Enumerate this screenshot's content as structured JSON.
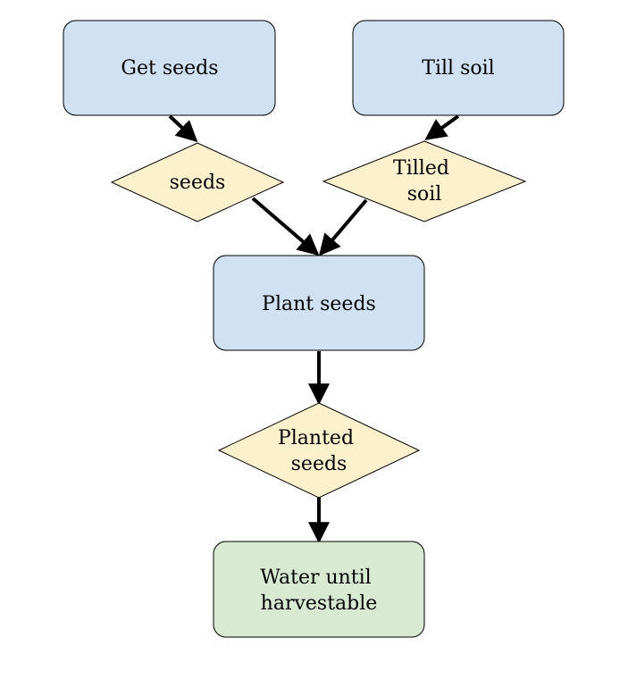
{
  "colors": {
    "process_fill": "#cfe1f2",
    "artifact_fill": "#fdf0cc",
    "final_fill": "#d9ead3",
    "stroke": "#000000",
    "edge": "#000000",
    "background": "#ffffff"
  },
  "nodes": {
    "get_seeds": {
      "shape": "rounded-rectangle",
      "lines": [
        "Get seeds"
      ]
    },
    "till_soil": {
      "shape": "rounded-rectangle",
      "lines": [
        "Till soil"
      ]
    },
    "seeds": {
      "shape": "diamond",
      "lines": [
        "seeds"
      ]
    },
    "tilled_soil": {
      "shape": "diamond",
      "lines": [
        "Tilled",
        "soil"
      ]
    },
    "plant_seeds": {
      "shape": "rounded-rectangle",
      "lines": [
        "Plant seeds"
      ]
    },
    "planted_seeds": {
      "shape": "diamond",
      "lines": [
        "Planted",
        "seeds"
      ]
    },
    "water": {
      "shape": "rounded-rectangle",
      "lines": [
        "Water until",
        "harvestable"
      ]
    }
  },
  "edges": [
    {
      "from": "get_seeds",
      "to": "seeds"
    },
    {
      "from": "till_soil",
      "to": "tilled_soil"
    },
    {
      "from": "seeds",
      "to": "plant_seeds"
    },
    {
      "from": "tilled_soil",
      "to": "plant_seeds"
    },
    {
      "from": "plant_seeds",
      "to": "planted_seeds"
    },
    {
      "from": "planted_seeds",
      "to": "water"
    }
  ]
}
